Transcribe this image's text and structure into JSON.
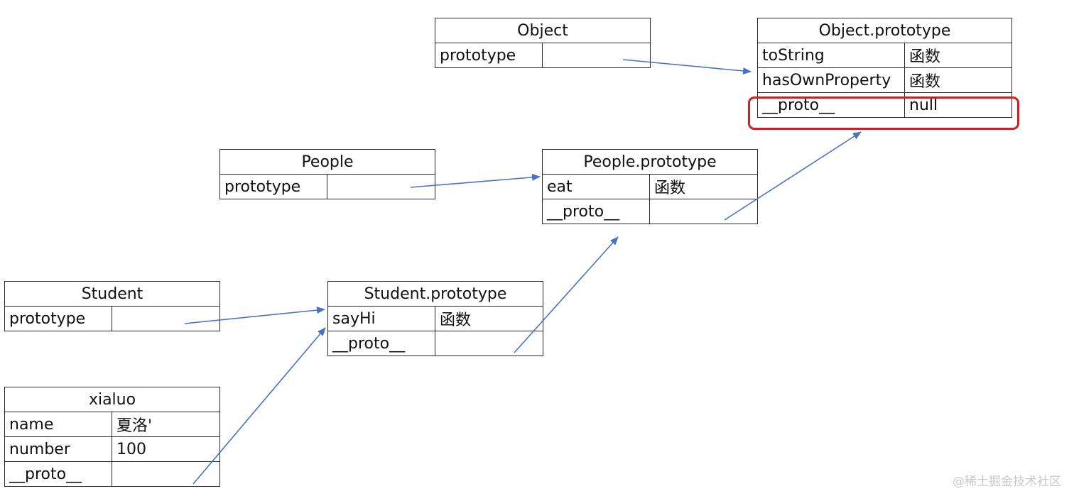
{
  "object": {
    "title": "Object",
    "rows": [
      {
        "key": "prototype",
        "value": ""
      }
    ]
  },
  "object_prototype": {
    "title": "Object.prototype",
    "rows": [
      {
        "key": "toString",
        "value": "函数"
      },
      {
        "key": "hasOwnProperty",
        "value": "函数"
      },
      {
        "key": "__proto__",
        "value": "null"
      }
    ]
  },
  "people": {
    "title": "People",
    "rows": [
      {
        "key": "prototype",
        "value": ""
      }
    ]
  },
  "people_prototype": {
    "title": "People.prototype",
    "rows": [
      {
        "key": "eat",
        "value": "函数"
      },
      {
        "key": "__proto__",
        "value": ""
      }
    ]
  },
  "student": {
    "title": "Student",
    "rows": [
      {
        "key": "prototype",
        "value": ""
      }
    ]
  },
  "student_prototype": {
    "title": "Student.prototype",
    "rows": [
      {
        "key": "sayHi",
        "value": "函数"
      },
      {
        "key": "__proto__",
        "value": ""
      }
    ]
  },
  "xialuo": {
    "title": "xialuo",
    "rows": [
      {
        "key": "name",
        "value": "夏洛'"
      },
      {
        "key": "number",
        "value": "100"
      },
      {
        "key": "__proto__",
        "value": ""
      }
    ]
  },
  "watermark": "@稀土掘金技术社区",
  "colors": {
    "arrow": "#4a72c4",
    "highlight": "#d41d20",
    "border": "#2b2b2b"
  }
}
